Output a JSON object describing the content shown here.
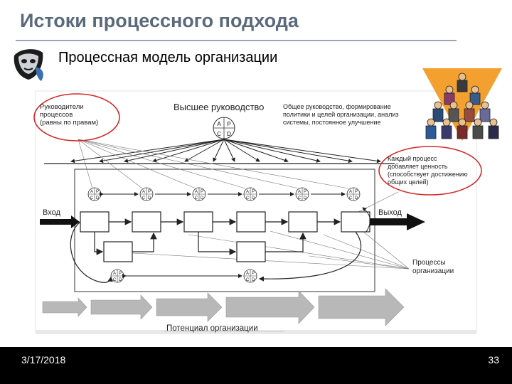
{
  "slide": {
    "title": "Истоки процессного подхода",
    "subtitle": "Процессная модель организации",
    "date": "3/17/2018",
    "page_number": "33"
  },
  "diagram": {
    "top_label": "Высшее руководство",
    "top_desc": [
      "Общее руководство, формирование",
      "политики и целей организации, анализ",
      "системы, постоянное улучшение"
    ],
    "managers_note": [
      "Руководители",
      "процессов",
      "(равны по правам)"
    ],
    "value_note": [
      "Каждый процесс",
      "добавляет ценность",
      "(способствует достижению",
      "общих целей)"
    ],
    "input_label": "Вход",
    "output_label": "Выход",
    "processes_label": [
      "Процессы",
      "организации"
    ],
    "potential_label": "Потенциал организации",
    "pdca": {
      "a": "A",
      "p": "P",
      "c": "C",
      "d": "D"
    }
  },
  "colors": {
    "title": "#5a6a7a",
    "highlight": "#d42a2a",
    "footer_bg": "#000000",
    "arrow_gray": "#b8b8b8",
    "people_bg": "#f4a030"
  },
  "icons": [
    "theater-mask-icon",
    "people-pyramid-icon"
  ]
}
